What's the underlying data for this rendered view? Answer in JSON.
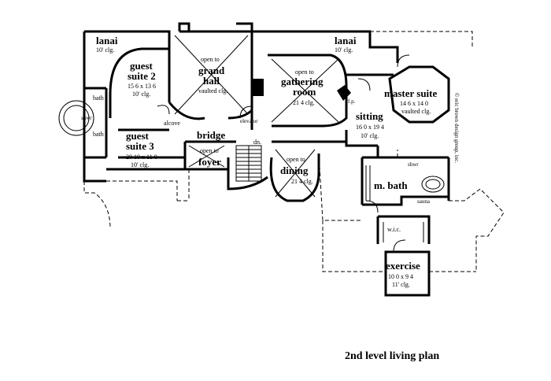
{
  "title": "2nd level living plan",
  "credit": "© eric brown design group, inc.",
  "rooms": {
    "lanai_left": {
      "name": "lanai",
      "clg": "10' clg."
    },
    "lanai_right": {
      "name": "lanai",
      "clg": "10' clg."
    },
    "guest_suite_2": {
      "name1": "guest",
      "name2": "suite 2",
      "dim": "15 6 x 13 6",
      "clg": "10' clg."
    },
    "grand_hall": {
      "note": "open to",
      "name1": "grand",
      "name2": "hall",
      "clg": "vaulted clg."
    },
    "gathering_room": {
      "note": "open to",
      "name1": "gathering",
      "name2": "room",
      "dim": "21 4 clg."
    },
    "master_suite": {
      "name": "master suite",
      "dim": "14 6 x 14 0",
      "clg": "vaulted clg."
    },
    "sitting": {
      "name": "sitting",
      "dim": "16 0 x 19 4",
      "clg": "10' clg."
    },
    "guest_suite_3": {
      "name1": "guest",
      "name2": "suite 3",
      "dim": "20 10 x 11 0",
      "clg": "10' clg."
    },
    "bridge": {
      "name": "bridge"
    },
    "alcove": {
      "name": "alcove"
    },
    "elevator": {
      "name": "elevator"
    },
    "dn": {
      "name": "dn."
    },
    "foyer": {
      "note": "open to",
      "name": "foyer"
    },
    "dining": {
      "note": "open to",
      "name": "dining",
      "dim": "21 4 clg."
    },
    "mbath": {
      "name": "m. bath"
    },
    "shwr_right": {
      "name": "shwr"
    },
    "sauna": {
      "name": "sauna"
    },
    "wic": {
      "name": "w.i.c."
    },
    "exercise": {
      "name": "exercise",
      "dim": "10 0 x 9 4",
      "clg": "11' clg."
    },
    "bath_top": {
      "name": "bath"
    },
    "bath_bottom": {
      "name": "bath"
    },
    "shwr_left": {
      "name": "shwr"
    },
    "fp": {
      "name": "f.p."
    }
  }
}
